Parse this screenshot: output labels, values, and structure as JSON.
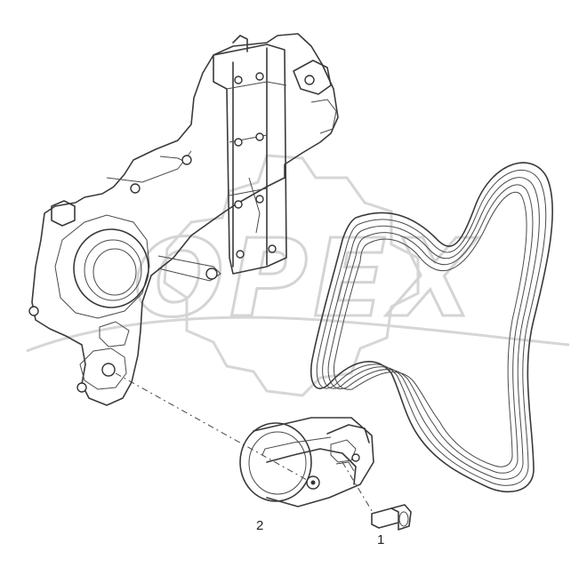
{
  "callouts": {
    "item1": "1",
    "item2": "2"
  },
  "watermark": {
    "text": "OPEX"
  },
  "parts": [
    {
      "id": "timing-cover",
      "icon": "timing-cover-housing"
    },
    {
      "id": "bracket",
      "icon": "mounting-bracket"
    },
    {
      "id": "belt",
      "icon": "poly-v-belt"
    },
    {
      "id": "tensioner",
      "icon": "belt-tensioner",
      "callout": "2"
    },
    {
      "id": "bolt",
      "icon": "hex-bolt",
      "callout": "1"
    }
  ]
}
